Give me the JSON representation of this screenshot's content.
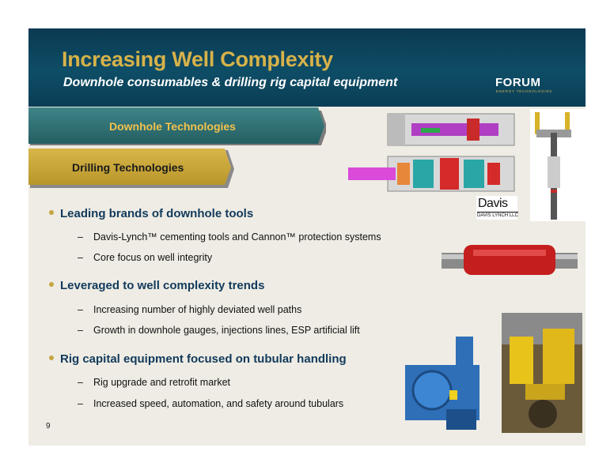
{
  "header": {
    "title": "Increasing Well Complexity",
    "subtitle": "Downhole consumables & drilling rig capital equipment",
    "logo_text": "FORUM",
    "logo_tagline": "ENERGY TECHNOLOGIES"
  },
  "banners": {
    "downhole": "Downhole Technologies",
    "drilling": "Drilling Technologies"
  },
  "bullets": [
    {
      "text": "Leading brands of downhole tools",
      "subs": [
        "Davis-Lynch™ cementing tools and Cannon™ protection systems",
        "Core focus on well integrity"
      ]
    },
    {
      "text": "Leveraged to well complexity trends",
      "subs": [
        "Increasing number of highly deviated well paths",
        "Growth in downhole gauges, injections lines, ESP artificial lift"
      ]
    },
    {
      "text": "Rig capital equipment focused on tubular handling",
      "subs": [
        "Rig upgrade and retrofit market",
        "Increased speed, automation, and safety around tubulars"
      ]
    }
  ],
  "davis_logo": {
    "main": "Davis",
    "sub": "DAVIS LYNCH LLC"
  },
  "page_number": "9",
  "colors": {
    "header_bg": "#0e4d66",
    "title": "#d7b24a",
    "bullet_text": "#123a5c",
    "downhole_banner": "#2f7174",
    "drilling_banner": "#c8a632"
  }
}
